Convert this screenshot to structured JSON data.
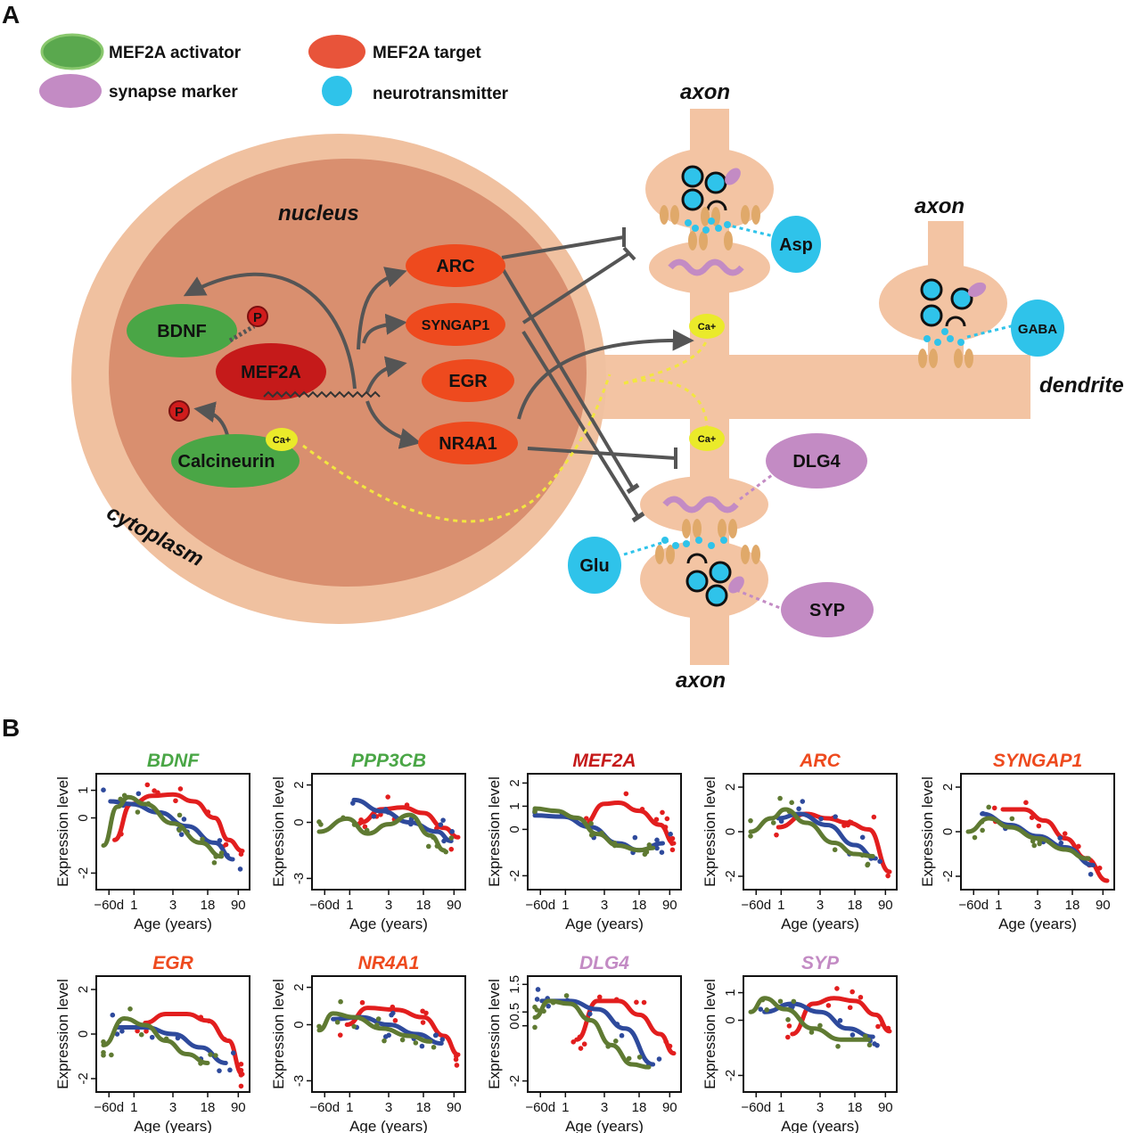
{
  "panel_a": {
    "letter": "A",
    "legend": [
      {
        "label": "MEF2A activator",
        "color": "#5aa84e"
      },
      {
        "label": "MEF2A target",
        "color": "#e8543a"
      },
      {
        "label": "synapse marker",
        "color": "#c38bc4"
      },
      {
        "label": "neurotransmitter",
        "color": "#2fc3ea"
      }
    ],
    "regions": {
      "nucleus": "nucleus",
      "cytoplasm": "cytoplasm",
      "dendrite": "dendrite",
      "axon": "axon"
    },
    "activators": {
      "bdnf": "BDNF",
      "calcineurin": "Calcineurin",
      "mef2a": "MEF2A"
    },
    "targets": {
      "arc": "ARC",
      "syngap1": "SYNGAP1",
      "egr": "EGR",
      "nr4a1": "NR4A1"
    },
    "markers": {
      "dlg4": "DLG4",
      "syp": "SYP"
    },
    "neurotransmitters": {
      "asp": "Asp",
      "gaba": "GABA",
      "glu": "Glu"
    },
    "small": {
      "p": "P",
      "ca": "Ca+"
    },
    "colors": {
      "cell": "#f0c1a0",
      "nucleus": "#d98f6f",
      "activator": "#4aa646",
      "target": "#ee4a1e",
      "mef2a": "#c51a1a",
      "marker": "#c38bc4",
      "nt": "#2fc3ea",
      "ca": "#eaea2a",
      "p": "#d01c1c",
      "vesicle_rim": "#111111",
      "synapse_body": "#f3c4a3",
      "receptor": "#e0a96a"
    }
  },
  "panel_b": {
    "letter": "B",
    "xlabel": "Age (years)",
    "ylabel": "Expression level",
    "xticks": [
      "−60d",
      "1",
      "3",
      "18",
      "90"
    ],
    "series_colors": [
      "#e21e1e",
      "#2e4a9c",
      "#5f7a32"
    ]
  },
  "chart_data": [
    {
      "type": "scatter",
      "title": "BDNF",
      "title_color": "#4aa646",
      "yticks": [
        -2,
        0,
        1
      ],
      "ylim": [
        -2.6,
        1.6
      ],
      "series": [
        {
          "color": "#e21e1e",
          "values": [
            [
              0.08,
              -0.8
            ],
            [
              0.2,
              0.5
            ],
            [
              0.35,
              0.8
            ],
            [
              0.5,
              0.85
            ],
            [
              0.65,
              0.6
            ],
            [
              0.8,
              0.0
            ],
            [
              0.9,
              -0.8
            ],
            [
              1.0,
              -1.2
            ]
          ]
        },
        {
          "color": "#2e4a9c",
          "values": [
            [
              0.05,
              0.6
            ],
            [
              0.2,
              0.5
            ],
            [
              0.4,
              0.2
            ],
            [
              0.6,
              -0.3
            ],
            [
              0.8,
              -0.9
            ],
            [
              0.93,
              -1.5
            ]
          ]
        },
        {
          "color": "#5f7a32",
          "values": [
            [
              0.0,
              -1.0
            ],
            [
              0.1,
              0.4
            ],
            [
              0.18,
              0.75
            ],
            [
              0.3,
              0.5
            ],
            [
              0.5,
              -0.2
            ],
            [
              0.7,
              -0.9
            ],
            [
              0.85,
              -1.4
            ]
          ]
        }
      ]
    },
    {
      "type": "scatter",
      "title": "PPP3CB",
      "title_color": "#4aa646",
      "yticks": [
        -3,
        0,
        2
      ],
      "ylim": [
        -3.6,
        2.6
      ],
      "series": [
        {
          "color": "#e21e1e",
          "values": [
            [
              0.3,
              0.0
            ],
            [
              0.45,
              0.7
            ],
            [
              0.6,
              0.8
            ],
            [
              0.75,
              0.5
            ],
            [
              0.9,
              -0.3
            ],
            [
              1.0,
              -0.8
            ]
          ]
        },
        {
          "color": "#2e4a9c",
          "values": [
            [
              0.25,
              1.2
            ],
            [
              0.45,
              0.6
            ],
            [
              0.65,
              0.0
            ],
            [
              0.85,
              -0.5
            ],
            [
              0.95,
              -1.0
            ]
          ]
        },
        {
          "color": "#5f7a32",
          "values": [
            [
              0.0,
              -0.5
            ],
            [
              0.2,
              0.2
            ],
            [
              0.35,
              -0.6
            ],
            [
              0.5,
              -0.1
            ],
            [
              0.65,
              0.4
            ],
            [
              0.8,
              -0.7
            ],
            [
              0.9,
              -1.5
            ]
          ]
        }
      ]
    },
    {
      "type": "scatter",
      "title": "MEF2A",
      "title_color": "#c51a1a",
      "yticks": [
        -2,
        0,
        1,
        2
      ],
      "ylim": [
        -2.6,
        2.4
      ],
      "series": [
        {
          "color": "#e21e1e",
          "values": [
            [
              0.35,
              0.2
            ],
            [
              0.5,
              1.1
            ],
            [
              0.6,
              1.15
            ],
            [
              0.75,
              0.8
            ],
            [
              0.9,
              0.2
            ],
            [
              1.0,
              -0.6
            ]
          ]
        },
        {
          "color": "#2e4a9c",
          "values": [
            [
              0.0,
              0.6
            ],
            [
              0.2,
              0.55
            ],
            [
              0.4,
              0.1
            ],
            [
              0.6,
              -0.6
            ],
            [
              0.75,
              -0.9
            ],
            [
              0.92,
              -0.6
            ]
          ]
        },
        {
          "color": "#5f7a32",
          "values": [
            [
              0.0,
              0.9
            ],
            [
              0.15,
              0.8
            ],
            [
              0.3,
              0.5
            ],
            [
              0.45,
              -0.2
            ],
            [
              0.6,
              -0.7
            ],
            [
              0.75,
              -0.9
            ],
            [
              0.85,
              -0.8
            ]
          ]
        }
      ]
    },
    {
      "type": "scatter",
      "title": "ARC",
      "title_color": "#ee4a1e",
      "yticks": [
        -2,
        0,
        2
      ],
      "ylim": [
        -2.6,
        2.6
      ],
      "series": [
        {
          "color": "#e21e1e",
          "values": [
            [
              0.2,
              0.2
            ],
            [
              0.4,
              0.8
            ],
            [
              0.55,
              0.6
            ],
            [
              0.7,
              0.4
            ],
            [
              0.85,
              0.1
            ],
            [
              1.0,
              -1.8
            ]
          ]
        },
        {
          "color": "#2e4a9c",
          "values": [
            [
              0.2,
              0.6
            ],
            [
              0.35,
              0.8
            ],
            [
              0.55,
              0.3
            ],
            [
              0.75,
              -0.6
            ],
            [
              0.9,
              -1.2
            ]
          ]
        },
        {
          "color": "#5f7a32",
          "values": [
            [
              0.0,
              0.0
            ],
            [
              0.15,
              0.6
            ],
            [
              0.25,
              1.0
            ],
            [
              0.4,
              0.4
            ],
            [
              0.6,
              -0.5
            ],
            [
              0.75,
              -1.0
            ],
            [
              0.88,
              -1.1
            ]
          ]
        }
      ]
    },
    {
      "type": "scatter",
      "title": "SYNGAP1",
      "title_color": "#ee4a1e",
      "yticks": [
        -2,
        0,
        2
      ],
      "ylim": [
        -2.6,
        2.6
      ],
      "series": [
        {
          "color": "#e21e1e",
          "values": [
            [
              0.25,
              1.0
            ],
            [
              0.4,
              1.0
            ],
            [
              0.55,
              0.5
            ],
            [
              0.7,
              -0.3
            ],
            [
              0.85,
              -1.2
            ],
            [
              1.0,
              -2.2
            ]
          ]
        },
        {
          "color": "#2e4a9c",
          "values": [
            [
              0.1,
              0.8
            ],
            [
              0.3,
              0.3
            ],
            [
              0.5,
              -0.2
            ],
            [
              0.7,
              -0.7
            ],
            [
              0.9,
              -1.5
            ]
          ]
        },
        {
          "color": "#5f7a32",
          "values": [
            [
              0.0,
              0.0
            ],
            [
              0.15,
              0.6
            ],
            [
              0.3,
              0.2
            ],
            [
              0.5,
              -0.3
            ],
            [
              0.7,
              -0.8
            ],
            [
              0.85,
              -1.2
            ]
          ]
        }
      ]
    },
    {
      "type": "scatter",
      "title": "EGR",
      "title_color": "#ee4a1e",
      "yticks": [
        -2,
        0,
        2
      ],
      "ylim": [
        -2.6,
        2.6
      ],
      "series": [
        {
          "color": "#e21e1e",
          "values": [
            [
              0.3,
              0.5
            ],
            [
              0.45,
              0.9
            ],
            [
              0.6,
              0.9
            ],
            [
              0.75,
              0.6
            ],
            [
              0.9,
              -0.3
            ],
            [
              1.0,
              -1.8
            ]
          ]
        },
        {
          "color": "#2e4a9c",
          "values": [
            [
              0.1,
              0.3
            ],
            [
              0.3,
              0.3
            ],
            [
              0.5,
              0.0
            ],
            [
              0.7,
              -0.6
            ],
            [
              0.88,
              -1.3
            ]
          ]
        },
        {
          "color": "#5f7a32",
          "values": [
            [
              0.0,
              -0.5
            ],
            [
              0.15,
              0.7
            ],
            [
              0.3,
              0.4
            ],
            [
              0.45,
              -0.3
            ],
            [
              0.6,
              -0.9
            ],
            [
              0.75,
              -1.3
            ]
          ]
        }
      ]
    },
    {
      "type": "scatter",
      "title": "NR4A1",
      "title_color": "#ee4a1e",
      "yticks": [
        -3,
        0,
        2
      ],
      "ylim": [
        -3.6,
        2.6
      ],
      "series": [
        {
          "color": "#e21e1e",
          "values": [
            [
              0.2,
              0.0
            ],
            [
              0.35,
              0.9
            ],
            [
              0.55,
              0.8
            ],
            [
              0.75,
              0.4
            ],
            [
              0.9,
              -0.6
            ],
            [
              1.0,
              -1.6
            ]
          ]
        },
        {
          "color": "#2e4a9c",
          "values": [
            [
              0.1,
              0.3
            ],
            [
              0.3,
              0.4
            ],
            [
              0.5,
              0.0
            ],
            [
              0.7,
              -0.5
            ],
            [
              0.88,
              -1.0
            ]
          ]
        },
        {
          "color": "#5f7a32",
          "values": [
            [
              0.0,
              -0.3
            ],
            [
              0.1,
              0.6
            ],
            [
              0.25,
              0.4
            ],
            [
              0.45,
              -0.2
            ],
            [
              0.65,
              -0.6
            ],
            [
              0.8,
              -0.9
            ]
          ]
        }
      ]
    },
    {
      "type": "scatter",
      "title": "DLG4",
      "title_color": "#c38bc4",
      "yticks": [
        -2.0,
        0.0,
        0.5,
        1.5
      ],
      "ylim": [
        -2.4,
        1.8
      ],
      "series": [
        {
          "color": "#e21e1e",
          "values": [
            [
              0.3,
              -0.5
            ],
            [
              0.45,
              0.9
            ],
            [
              0.6,
              0.9
            ],
            [
              0.75,
              0.4
            ],
            [
              0.9,
              -0.3
            ],
            [
              1.0,
              -1.0
            ]
          ]
        },
        {
          "color": "#2e4a9c",
          "values": [
            [
              0.05,
              0.9
            ],
            [
              0.25,
              0.9
            ],
            [
              0.45,
              0.6
            ],
            [
              0.65,
              -0.1
            ],
            [
              0.85,
              -1.4
            ]
          ]
        },
        {
          "color": "#5f7a32",
          "values": [
            [
              0.0,
              0.3
            ],
            [
              0.1,
              0.9
            ],
            [
              0.25,
              0.8
            ],
            [
              0.4,
              0.2
            ],
            [
              0.55,
              -0.7
            ],
            [
              0.7,
              -1.4
            ],
            [
              0.82,
              -1.5
            ]
          ]
        }
      ]
    },
    {
      "type": "scatter",
      "title": "SYP",
      "title_color": "#c38bc4",
      "yticks": [
        -2,
        0,
        1
      ],
      "ylim": [
        -2.6,
        1.6
      ],
      "series": [
        {
          "color": "#e21e1e",
          "values": [
            [
              0.3,
              -0.5
            ],
            [
              0.45,
              0.6
            ],
            [
              0.6,
              0.8
            ],
            [
              0.75,
              0.7
            ],
            [
              0.9,
              0.2
            ],
            [
              1.0,
              -0.4
            ]
          ]
        },
        {
          "color": "#2e4a9c",
          "values": [
            [
              0.1,
              0.3
            ],
            [
              0.3,
              0.6
            ],
            [
              0.5,
              0.3
            ],
            [
              0.7,
              -0.3
            ],
            [
              0.88,
              -0.6
            ]
          ]
        },
        {
          "color": "#5f7a32",
          "values": [
            [
              0.0,
              0.3
            ],
            [
              0.1,
              0.8
            ],
            [
              0.25,
              0.4
            ],
            [
              0.45,
              -0.3
            ],
            [
              0.65,
              -0.7
            ],
            [
              0.85,
              -0.7
            ]
          ]
        }
      ]
    }
  ]
}
